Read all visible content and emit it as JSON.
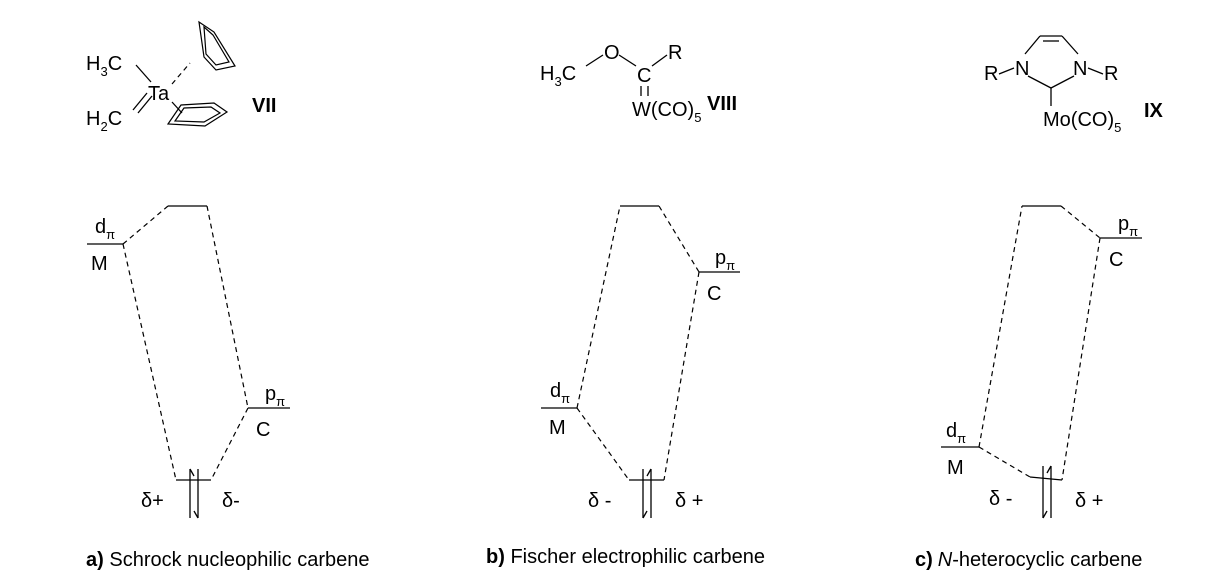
{
  "structures": {
    "vii": {
      "h3c": "H",
      "h3c_sub": "3",
      "h3c_c": "C",
      "h2c": "H",
      "h2c_sub": "2",
      "h2c_c": "C",
      "metal": "Ta",
      "label": "VII"
    },
    "viii": {
      "h3c": "H",
      "h3c_sub": "3",
      "h3c_c": "C",
      "o": "O",
      "c": "C",
      "r": "R",
      "w": "W(CO)",
      "w_sub": "5",
      "label": "VIII"
    },
    "ix": {
      "r_left": "R",
      "n_left": "N",
      "n_right": "N",
      "r_right": "R",
      "mo": "Mo(CO)",
      "mo_sub": "5",
      "label": "IX"
    }
  },
  "mo_diagrams": {
    "a": {
      "d": "d",
      "d_sub": "π",
      "m": "M",
      "p": "p",
      "p_sub": "π",
      "c": "C",
      "delta_left": "δ+",
      "delta_right": "δ-"
    },
    "b": {
      "d": "d",
      "d_sub": "π",
      "m": "M",
      "p": "p",
      "p_sub": "π",
      "c": "C",
      "delta_left": "δ -",
      "delta_right": "δ +"
    },
    "c": {
      "d": "d",
      "d_sub": "π",
      "m": "M",
      "p": "p",
      "p_sub": "π",
      "c": "C",
      "delta_left": "δ -",
      "delta_right": "δ +"
    }
  },
  "captions": {
    "a": {
      "letter": "a)",
      "text": " Schrock nucleophilic carbene"
    },
    "b": {
      "letter": "b)",
      "text": " Fischer electrophilic carbene"
    },
    "c": {
      "letter": "c)",
      "italic": "N",
      "text": "-heterocyclic carbene"
    }
  }
}
